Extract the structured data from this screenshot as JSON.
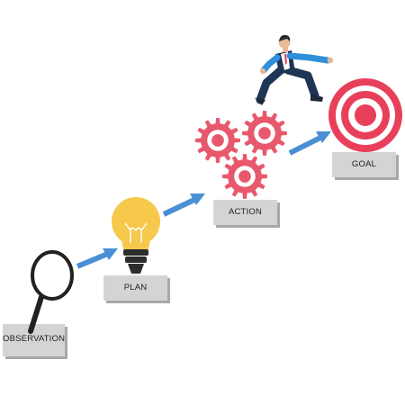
{
  "steps": [
    {
      "id": "observation",
      "label": "OBSERVATION",
      "icon": "magnifier-icon"
    },
    {
      "id": "plan",
      "label": "PLAN",
      "icon": "lightbulb-icon"
    },
    {
      "id": "action",
      "label": "ACTION",
      "icon": "gears-icon"
    },
    {
      "id": "goal",
      "label": "GOAL",
      "icon": "target-icon"
    }
  ],
  "figure": {
    "icon": "running-businessman-icon"
  },
  "colors": {
    "arrow": "#4a8fd4",
    "box_fill": "#d4d4d4",
    "box_shadow": "#a8a8a8",
    "gear": "#e8586c",
    "target": "#e8405a",
    "bulb": "#f6c84c",
    "bulb_base": "#2d2d2d",
    "suit": "#1e3556",
    "shirt": "#2f8fd8"
  }
}
